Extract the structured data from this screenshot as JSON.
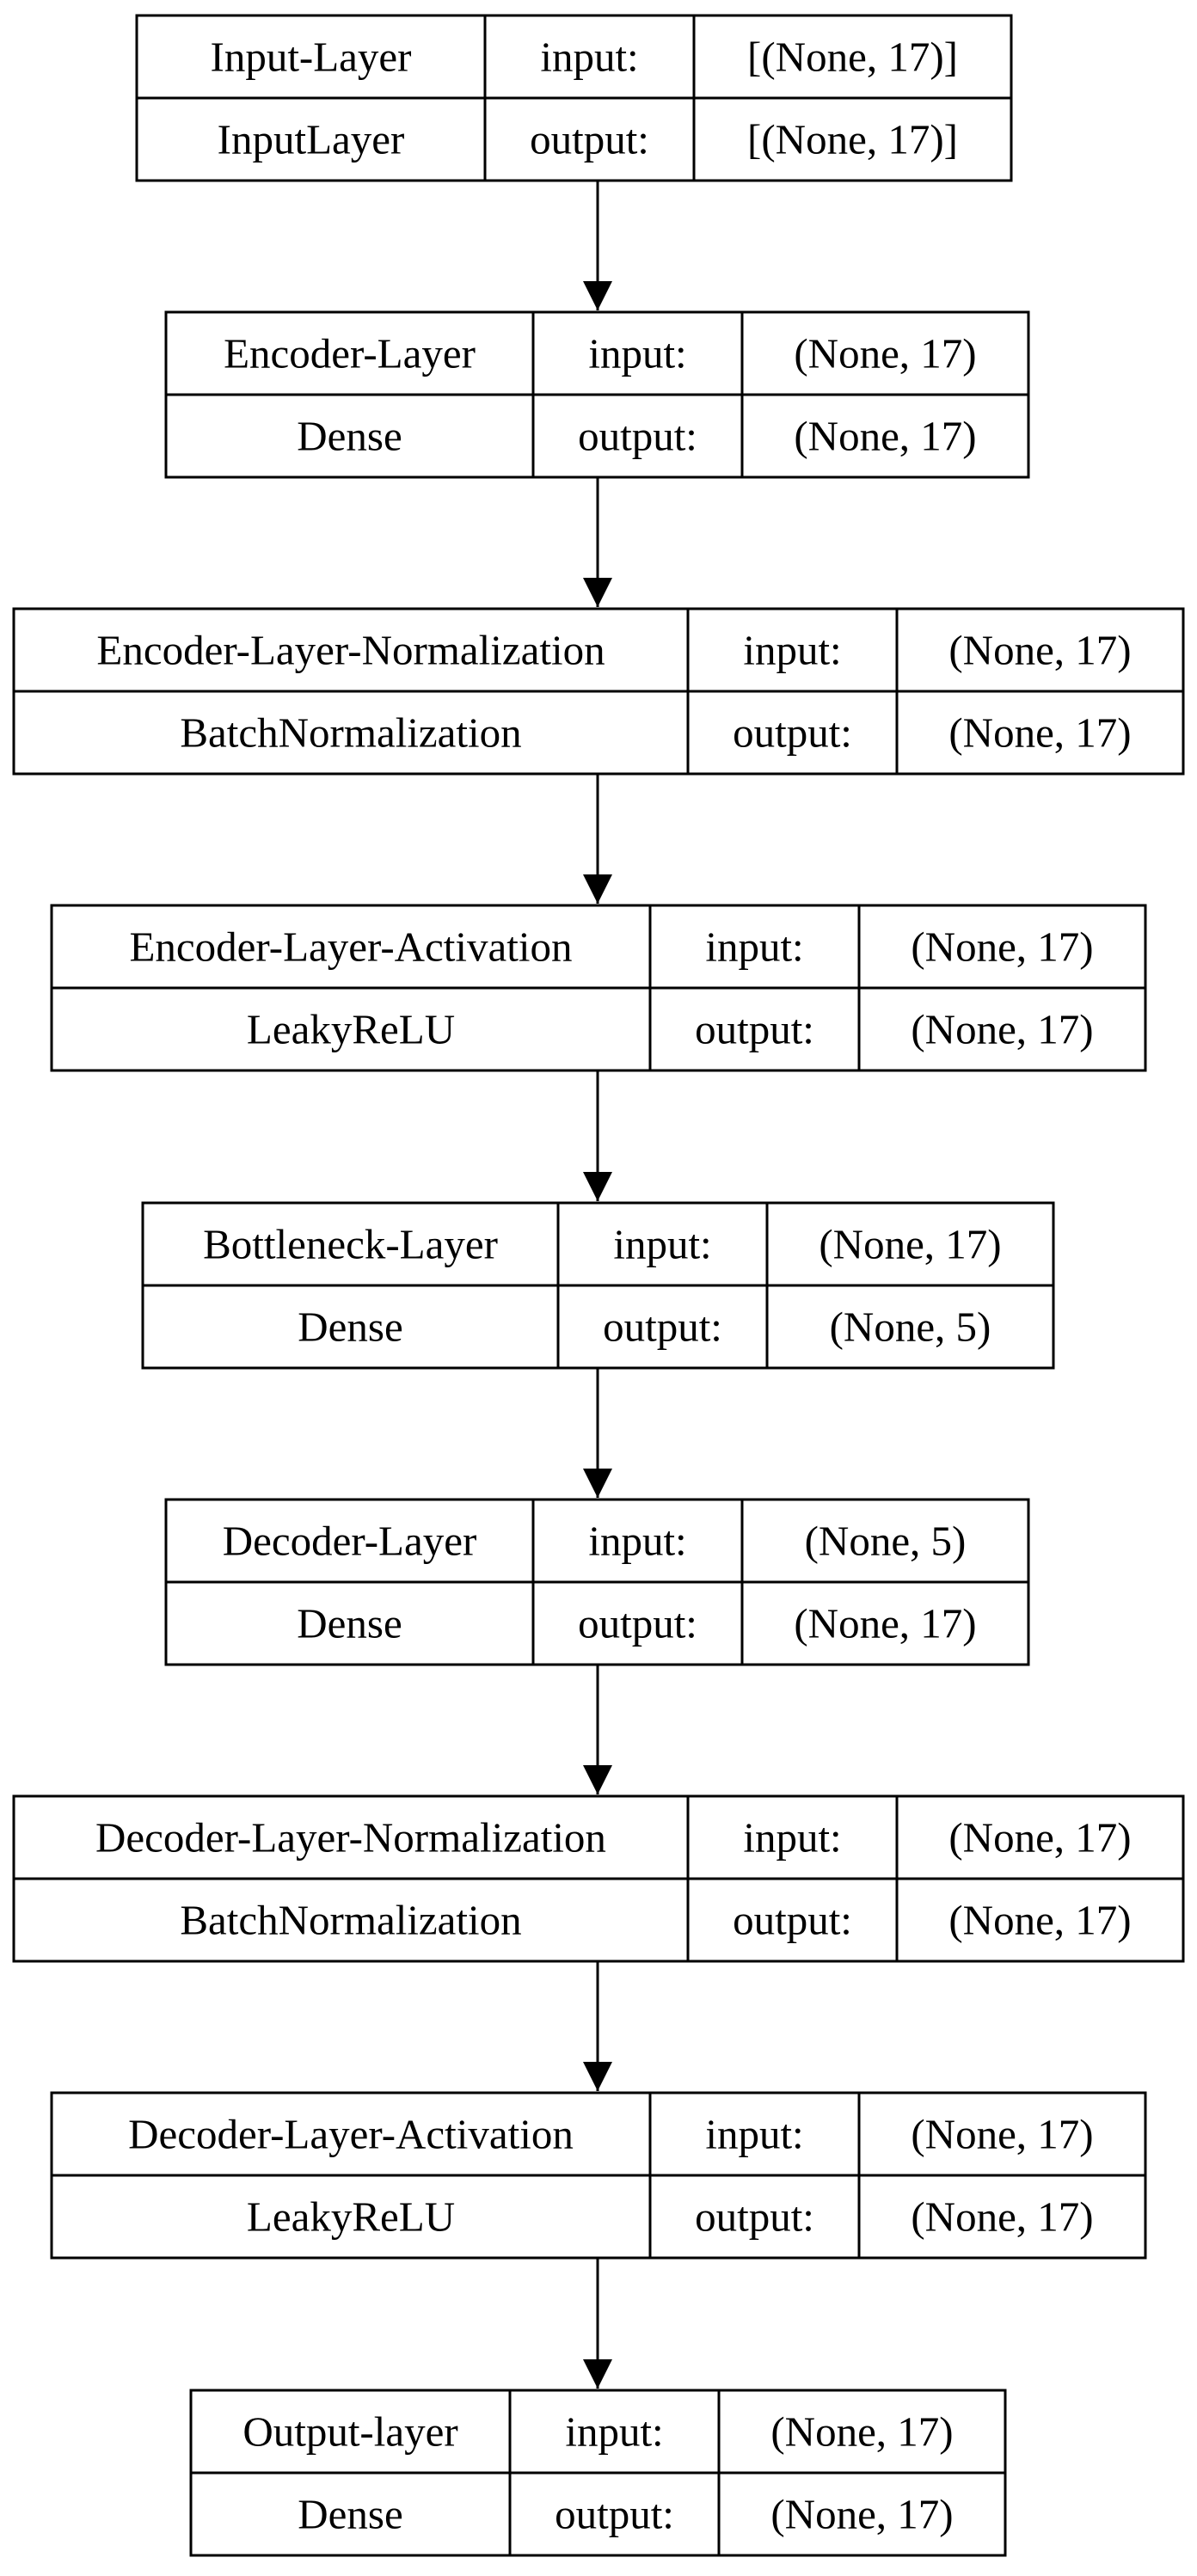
{
  "diagram": {
    "nodes": [
      {
        "id": "input",
        "name": "Input-Layer",
        "type": "InputLayer",
        "input_label": "input:",
        "output_label": "output:",
        "input_shape": "[(None, 17)]",
        "output_shape": "[(None, 17)]"
      },
      {
        "id": "encoder",
        "name": "Encoder-Layer",
        "type": "Dense",
        "input_label": "input:",
        "output_label": "output:",
        "input_shape": "(None, 17)",
        "output_shape": "(None, 17)"
      },
      {
        "id": "encoder-norm",
        "name": "Encoder-Layer-Normalization",
        "type": "BatchNormalization",
        "input_label": "input:",
        "output_label": "output:",
        "input_shape": "(None, 17)",
        "output_shape": "(None, 17)"
      },
      {
        "id": "encoder-act",
        "name": "Encoder-Layer-Activation",
        "type": "LeakyReLU",
        "input_label": "input:",
        "output_label": "output:",
        "input_shape": "(None, 17)",
        "output_shape": "(None, 17)"
      },
      {
        "id": "bottleneck",
        "name": "Bottleneck-Layer",
        "type": "Dense",
        "input_label": "input:",
        "output_label": "output:",
        "input_shape": "(None, 17)",
        "output_shape": "(None, 5)"
      },
      {
        "id": "decoder",
        "name": "Decoder-Layer",
        "type": "Dense",
        "input_label": "input:",
        "output_label": "output:",
        "input_shape": "(None, 5)",
        "output_shape": "(None, 17)"
      },
      {
        "id": "decoder-norm",
        "name": "Decoder-Layer-Normalization",
        "type": "BatchNormalization",
        "input_label": "input:",
        "output_label": "output:",
        "input_shape": "(None, 17)",
        "output_shape": "(None, 17)"
      },
      {
        "id": "decoder-act",
        "name": "Decoder-Layer-Activation",
        "type": "LeakyReLU",
        "input_label": "input:",
        "output_label": "output:",
        "input_shape": "(None, 17)",
        "output_shape": "(None, 17)"
      },
      {
        "id": "output",
        "name": "Output-layer",
        "type": "Dense",
        "input_label": "input:",
        "output_label": "output:",
        "input_shape": "(None, 17)",
        "output_shape": "(None, 17)"
      }
    ],
    "edges": [
      {
        "from": "input",
        "to": "encoder"
      },
      {
        "from": "encoder",
        "to": "encoder-norm"
      },
      {
        "from": "encoder-norm",
        "to": "encoder-act"
      },
      {
        "from": "encoder-act",
        "to": "bottleneck"
      },
      {
        "from": "bottleneck",
        "to": "decoder"
      },
      {
        "from": "decoder",
        "to": "decoder-norm"
      },
      {
        "from": "decoder-norm",
        "to": "decoder-act"
      },
      {
        "from": "decoder-act",
        "to": "output"
      }
    ],
    "colors": {
      "stroke": "#000000",
      "text": "#000000",
      "background": "#ffffff"
    }
  }
}
